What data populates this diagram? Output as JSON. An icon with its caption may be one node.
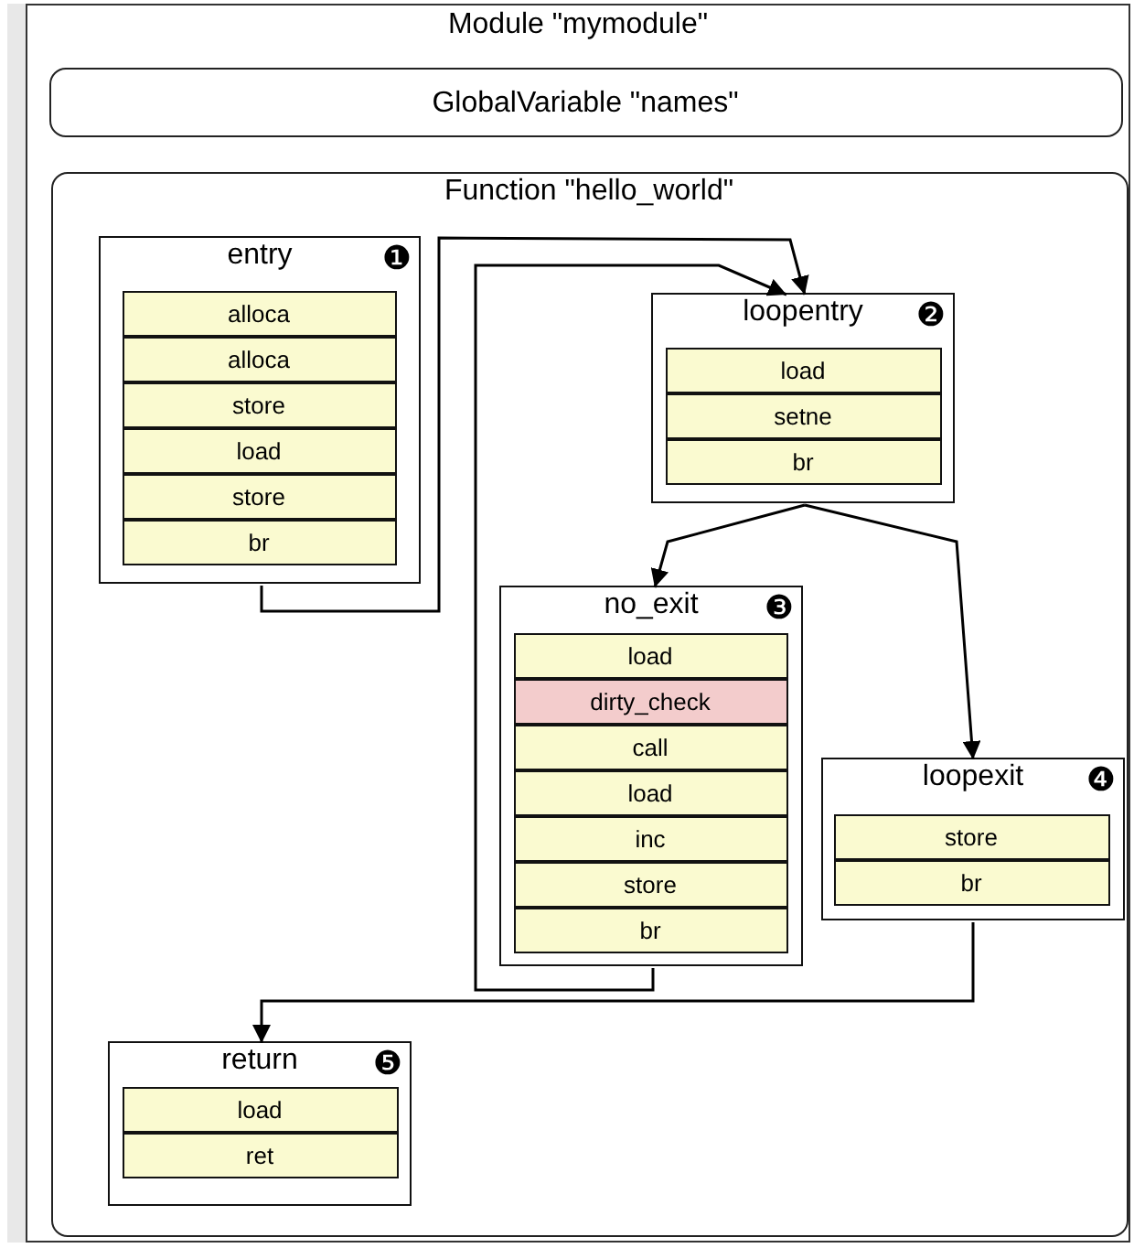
{
  "diagram": {
    "nodes": [
      {
        "text": [
          "Module \"mymodule\""
        ]
      },
      {
        "text": [
          "GlobalVariable \"names\""
        ],
        "in": 0
      },
      {
        "text": [
          "Function \"hello_world\""
        ],
        "in": 0
      },
      {
        "text": [
          "entry",
          "❶"
        ],
        "in": 2
      },
      {
        "text": [
          "alloca"
        ],
        "in": 3
      },
      {
        "text": [
          "alloca"
        ],
        "in": 3
      },
      {
        "text": [
          "store"
        ],
        "in": 3
      },
      {
        "text": [
          "load"
        ],
        "in": 3
      },
      {
        "text": [
          "store"
        ],
        "in": 3
      },
      {
        "text": [
          "br"
        ],
        "in": 3
      },
      {
        "text": [
          "loopentry",
          "❷"
        ],
        "in": 2
      },
      {
        "text": [
          "load"
        ],
        "in": 10
      },
      {
        "text": [
          "setne"
        ],
        "in": 10
      },
      {
        "text": [
          "br"
        ],
        "in": 10
      },
      {
        "text": [
          "no_exit",
          "❸"
        ],
        "in": 2
      },
      {
        "text": [
          "load"
        ],
        "in": 14
      },
      {
        "text": [
          "dirty_check"
        ],
        "in": 14
      },
      {
        "text": [
          "call"
        ],
        "in": 14
      },
      {
        "text": [
          "load"
        ],
        "in": 14
      },
      {
        "text": [
          "inc"
        ],
        "in": 14
      },
      {
        "text": [
          "store"
        ],
        "in": 14
      },
      {
        "text": [
          "br"
        ],
        "in": 14
      },
      {
        "text": [
          "loopexit",
          "❹"
        ],
        "in": 2
      },
      {
        "text": [
          "store"
        ],
        "in": 22
      },
      {
        "text": [
          "br"
        ],
        "in": 22
      },
      {
        "text": [
          "return",
          "❺"
        ],
        "in": 2
      },
      {
        "text": [
          "load"
        ],
        "in": 25
      },
      {
        "text": [
          "ret"
        ],
        "in": 25
      }
    ],
    "edges": [
      {
        "from": 3,
        "to": 10,
        "arrow": "to"
      },
      {
        "from": 14,
        "to": 10,
        "arrow": "to"
      },
      {
        "from": 10,
        "to": 14,
        "arrow": "to"
      },
      {
        "from": 10,
        "to": 22,
        "arrow": "to"
      },
      {
        "from": 22,
        "to": 25,
        "arrow": "to"
      }
    ]
  }
}
